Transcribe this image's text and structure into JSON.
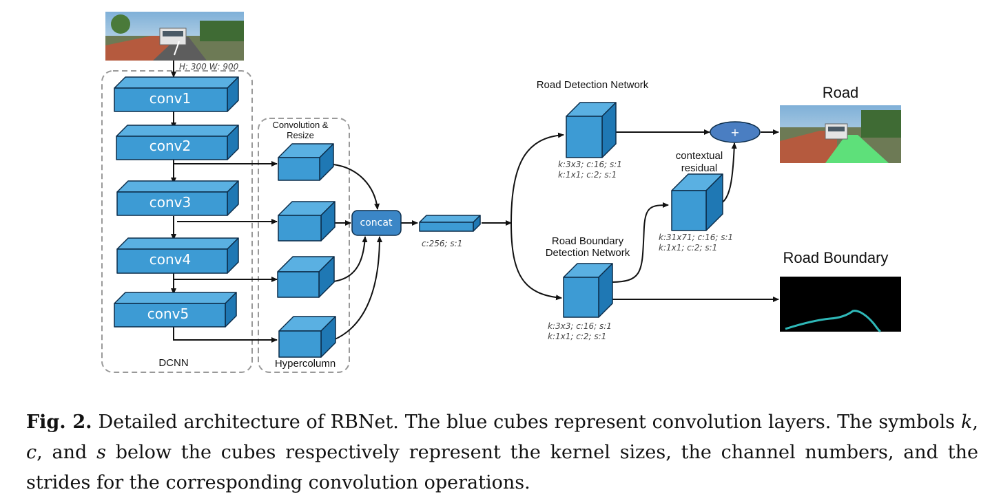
{
  "figure": {
    "input_size_label": "H: 300  W: 900",
    "dcnn": {
      "title": "DCNN",
      "layers": [
        "conv1",
        "conv2",
        "conv3",
        "conv4",
        "conv5"
      ]
    },
    "hypercolumn": {
      "title": "Hypercolumn",
      "header_line1": "Convolution &",
      "header_line2": "Resize"
    },
    "concat_label": "concat",
    "concat_params": "c:256; s:1",
    "road_detection": {
      "title": "Road Detection Network",
      "params_line1": "k:3x3; c:16; s:1",
      "params_line2": "k:1x1; c:2; s:1"
    },
    "road_boundary_detection": {
      "title_line1": "Road Boundary",
      "title_line2": "Detection Network",
      "params_line1": "k:3x3; c:16; s:1",
      "params_line2": "k:1x1; c:2; s:1"
    },
    "contextual_residual": {
      "title_line1": "contextual",
      "title_line2": "residual",
      "params_line1": "k:31x71; c:16; s:1",
      "params_line2": "k:1x1; c:2; s:1"
    },
    "sum_symbol": "+",
    "output_road_label": "Road",
    "output_boundary_label": "Road Boundary",
    "colors": {
      "cube_front": "#3d9bd4",
      "cube_top": "#5ab0e2",
      "cube_side": "#1f78b4",
      "cube_edge": "#0c2d4a",
      "concat_fill": "#3b86c6",
      "sum_fill": "#4a7ec2",
      "road_green": "#5ee07a",
      "boundary_cyan": "#2fb8b8"
    }
  },
  "caption": {
    "label": "Fig. 2.",
    "text_part1": " Detailed architecture of RBNet. The blue cubes represent convolution layers. The symbols ",
    "k": "k",
    "text_part2": ", ",
    "c": "c",
    "text_part3": ", and ",
    "s": "s",
    "text_part4": " below the cubes respectively represent the kernel sizes, the channel numbers, and the strides for the corresponding convolution operations."
  }
}
